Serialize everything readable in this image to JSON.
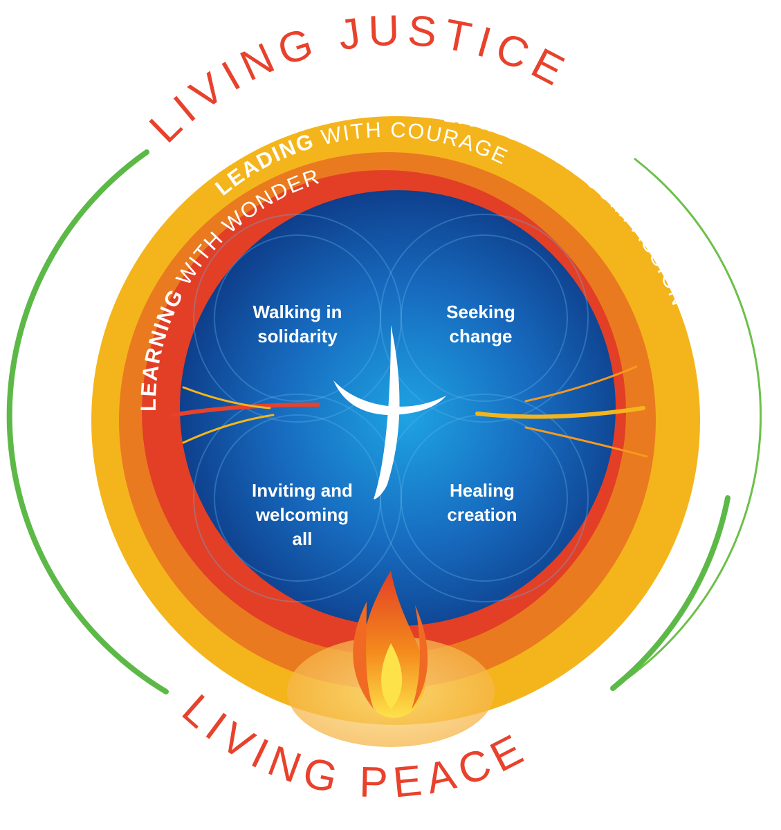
{
  "outer": {
    "top_arc_text": "LIVING JUSTICE",
    "bottom_arc_text": "LIVING PEACE"
  },
  "rings": {
    "yellow": {
      "bold": "LIVING",
      "rest": " WITH COMPASSION"
    },
    "orange": {
      "bold": "LEADING",
      "rest": " WITH COURAGE"
    },
    "red": {
      "bold": "LEARNING",
      "rest": " WITH WONDER"
    }
  },
  "quadrants": {
    "top_left": {
      "line1": "Walking in",
      "line2": "solidarity"
    },
    "top_right": {
      "line1": "Seeking",
      "line2": "change"
    },
    "bottom_left": {
      "line1": "Inviting and",
      "line2": "welcoming",
      "line3": "all"
    },
    "bottom_right": {
      "line1": "Healing",
      "line2": "creation"
    }
  },
  "colors": {
    "red_text": "#e8412c",
    "green_arc": "#5cb947",
    "yellow_ring": "#f4b51c",
    "orange_ring": "#ea7a1f",
    "red_ring": "#e23f26",
    "blue_dark": "#0d3a86",
    "blue_light": "#1a8fd4",
    "ring_text": "#ffffff"
  },
  "icons": {
    "center": "cross-icon",
    "bottom": "flame-icon"
  }
}
